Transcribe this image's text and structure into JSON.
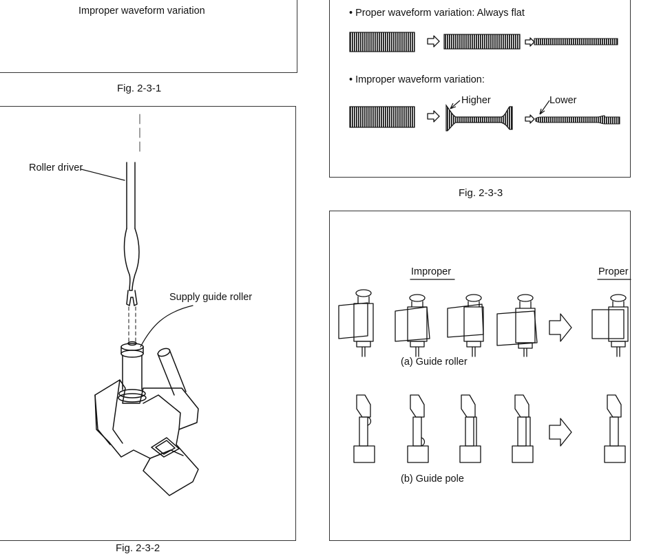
{
  "fig_2_3_1": {
    "panel_text": "Improper waveform variation",
    "caption": "Fig. 2-3-1"
  },
  "fig_2_3_2": {
    "callout_roller_driver": "Roller driver",
    "callout_supply_guide_roller": "Supply guide roller",
    "caption": "Fig. 2-3-2"
  },
  "fig_2_3_3": {
    "proper_heading": "• Proper waveform variation:  Always flat",
    "improper_heading": "• Improper waveform variation:",
    "label_higher": "Higher",
    "label_lower": "Lower",
    "caption": "Fig. 2-3-3"
  },
  "fig_2_3_4": {
    "label_improper": "Improper",
    "label_proper": "Proper",
    "caption_guide_roller": "(a) Guide roller",
    "caption_guide_pole": "(b) Guide pole"
  },
  "colors": {
    "ink": "#111111",
    "frame": "#333333",
    "paper": "#ffffff"
  }
}
